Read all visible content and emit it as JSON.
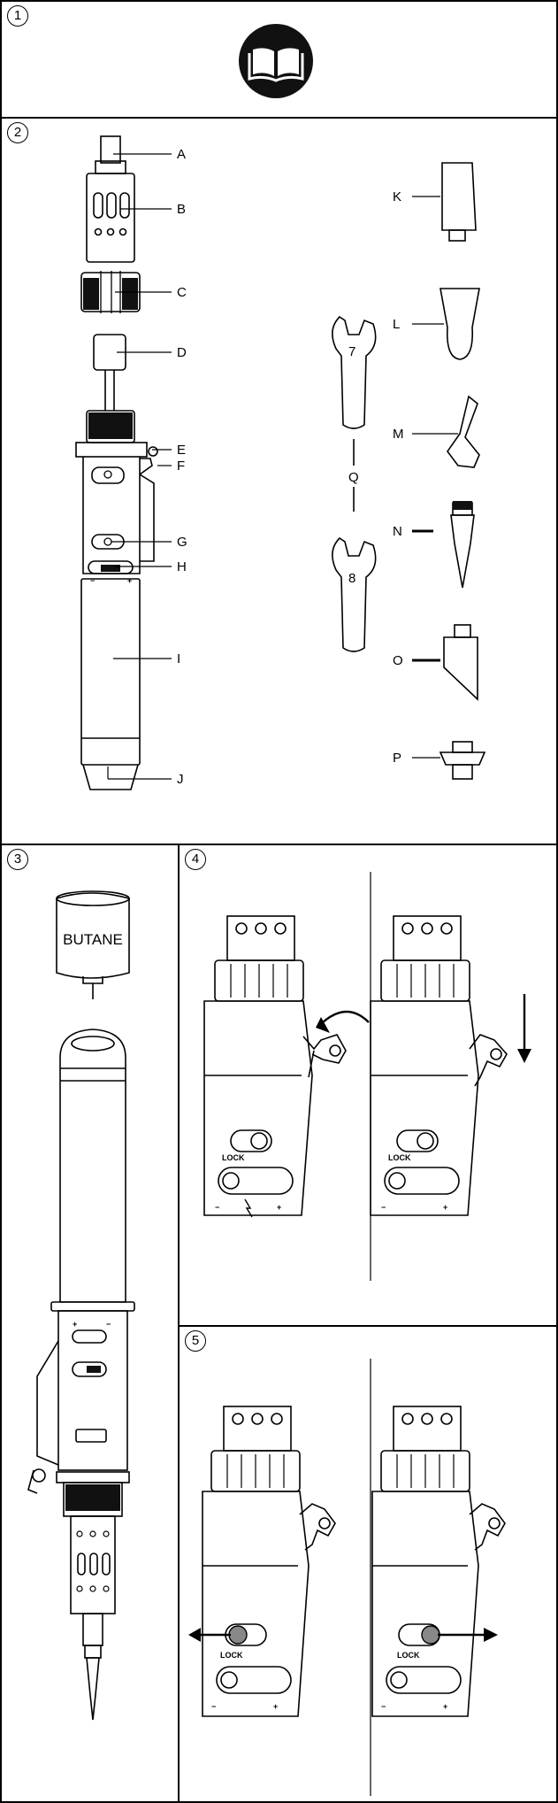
{
  "panels": [
    {
      "number": "1"
    },
    {
      "number": "2"
    },
    {
      "number": "3"
    },
    {
      "number": "4"
    },
    {
      "number": "5"
    }
  ],
  "parts": {
    "A": "A",
    "B": "B",
    "C": "C",
    "D": "D",
    "E": "E",
    "F": "F",
    "G": "G",
    "H": "H",
    "I": "I",
    "J": "J",
    "K": "K",
    "L": "L",
    "M": "M",
    "N": "N",
    "O": "O",
    "P": "P",
    "Q": "Q"
  },
  "wrench_sizes": [
    "7",
    "8"
  ],
  "canister_label": "BUTANE",
  "lock_label": "LOCK",
  "flame_scale": {
    "minus": "−",
    "plus": "+"
  },
  "icons": [
    "manual-book-icon",
    "rotate-arrow-icon",
    "down-arrow-icon",
    "left-arrow-icon",
    "right-arrow-icon",
    "flame-icon"
  ]
}
